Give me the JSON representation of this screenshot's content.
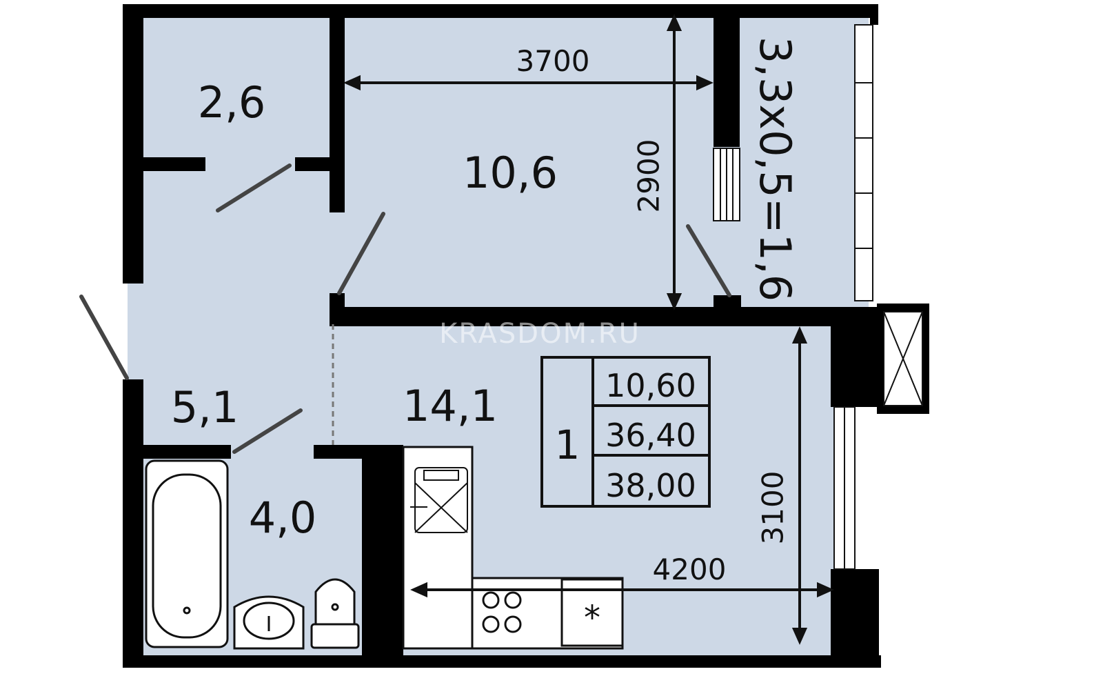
{
  "colors": {
    "floor": "#cdd8e6",
    "wall": "#000000",
    "line": "#111111",
    "background": "#ffffff"
  },
  "watermark": "KRASDOM.RU",
  "rooms": {
    "storage": "2,6",
    "room": "10,6",
    "hall": "5,1",
    "kitchen_living": "14,1",
    "bathroom": "4,0",
    "balcony": "3,3х0,5=1,6"
  },
  "dimensions": {
    "top_width": "3700",
    "room_height": "2900",
    "kitchen_width": "4200",
    "kitchen_height": "3100"
  },
  "summary": {
    "rooms_count": "1",
    "living_area": "10,60",
    "total_area": "36,40",
    "total_with_balcony": "38,00"
  },
  "icons": [
    "bathtub-icon",
    "sink-icon",
    "toilet-icon",
    "kitchen-sink-icon",
    "stove-icon",
    "fridge-icon",
    "ventilation-shaft-icon"
  ]
}
